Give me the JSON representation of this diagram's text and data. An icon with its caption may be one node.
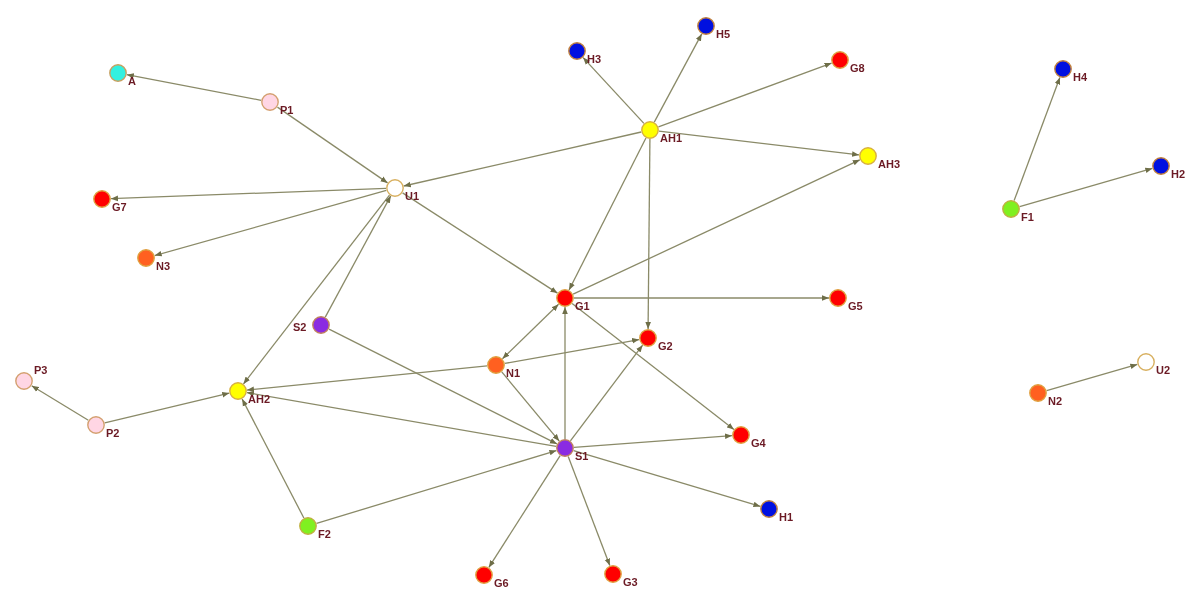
{
  "diagram": {
    "nodes": [
      {
        "text": [
          "A"
        ]
      },
      {
        "text": [
          "P1"
        ]
      },
      {
        "text": [
          "U1"
        ]
      },
      {
        "text": [
          "G7"
        ]
      },
      {
        "text": [
          "N3"
        ]
      },
      {
        "text": [
          "S2"
        ]
      },
      {
        "text": [
          "P3"
        ]
      },
      {
        "text": [
          "P2"
        ]
      },
      {
        "text": [
          "AH2"
        ]
      },
      {
        "text": [
          "F2"
        ]
      },
      {
        "text": [
          "H3"
        ]
      },
      {
        "text": [
          "H5"
        ]
      },
      {
        "text": [
          "G8"
        ]
      },
      {
        "text": [
          "AH1"
        ]
      },
      {
        "text": [
          "AH3"
        ]
      },
      {
        "text": [
          "G1"
        ]
      },
      {
        "text": [
          "G5"
        ]
      },
      {
        "text": [
          "G2"
        ]
      },
      {
        "text": [
          "N1"
        ]
      },
      {
        "text": [
          "S1"
        ]
      },
      {
        "text": [
          "G4"
        ]
      },
      {
        "text": [
          "H1"
        ]
      },
      {
        "text": [
          "G6"
        ]
      },
      {
        "text": [
          "G3"
        ]
      },
      {
        "text": [
          "H4"
        ]
      },
      {
        "text": [
          "H2"
        ]
      },
      {
        "text": [
          "F1"
        ]
      },
      {
        "text": [
          "N2"
        ]
      },
      {
        "text": [
          "U2"
        ]
      }
    ],
    "edges": [
      {
        "from": 1,
        "to": 0,
        "arrow": "to"
      },
      {
        "from": 1,
        "to": 2,
        "arrow": "to"
      },
      {
        "from": 2,
        "to": 3,
        "arrow": "to"
      },
      {
        "from": 2,
        "to": 4,
        "arrow": "to"
      },
      {
        "from": 13,
        "to": 2,
        "arrow": "to"
      },
      {
        "from": 2,
        "to": 15,
        "arrow": "to"
      },
      {
        "from": 2,
        "to": 8,
        "arrow": "to"
      },
      {
        "from": 5,
        "to": 2,
        "arrow": "to"
      },
      {
        "from": 13,
        "to": 10,
        "arrow": "to"
      },
      {
        "from": 13,
        "to": 11,
        "arrow": "to"
      },
      {
        "from": 13,
        "to": 12,
        "arrow": "to"
      },
      {
        "from": 13,
        "to": 14,
        "arrow": "to"
      },
      {
        "from": 13,
        "to": 15,
        "arrow": "to"
      },
      {
        "from": 13,
        "to": 17,
        "arrow": "to"
      },
      {
        "from": 15,
        "to": 14,
        "arrow": "to"
      },
      {
        "from": 15,
        "to": 16,
        "arrow": "to"
      },
      {
        "from": 15,
        "to": 18,
        "arrow": "both"
      },
      {
        "from": 15,
        "to": 20,
        "arrow": "to"
      },
      {
        "from": 19,
        "to": 15,
        "arrow": "to"
      },
      {
        "from": 18,
        "to": 17,
        "arrow": "to"
      },
      {
        "from": 18,
        "to": 8,
        "arrow": "to"
      },
      {
        "from": 18,
        "to": 19,
        "arrow": "to"
      },
      {
        "from": 5,
        "to": 19,
        "arrow": "to"
      },
      {
        "from": 19,
        "to": 8,
        "arrow": "to"
      },
      {
        "from": 19,
        "to": 17,
        "arrow": "to"
      },
      {
        "from": 19,
        "to": 20,
        "arrow": "to"
      },
      {
        "from": 19,
        "to": 21,
        "arrow": "to"
      },
      {
        "from": 19,
        "to": 22,
        "arrow": "to"
      },
      {
        "from": 19,
        "to": 23,
        "arrow": "to"
      },
      {
        "from": 9,
        "to": 19,
        "arrow": "to"
      },
      {
        "from": 9,
        "to": 8,
        "arrow": "to"
      },
      {
        "from": 7,
        "to": 6,
        "arrow": "to"
      },
      {
        "from": 7,
        "to": 8,
        "arrow": "to"
      },
      {
        "from": 26,
        "to": 24,
        "arrow": "to"
      },
      {
        "from": 26,
        "to": 25,
        "arrow": "to"
      },
      {
        "from": 27,
        "to": 28,
        "arrow": "to"
      }
    ]
  }
}
